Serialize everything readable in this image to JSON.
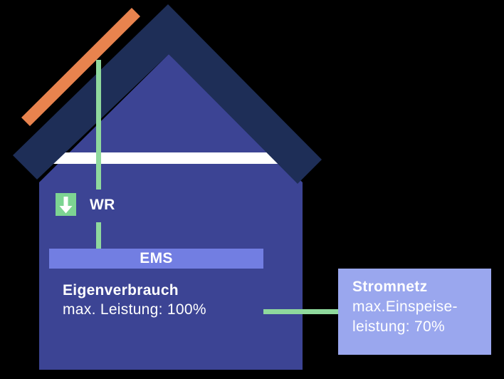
{
  "colors": {
    "background": "#000000",
    "roof": "#1e2e57",
    "house_body": "#3c4494",
    "roof_trim_stripe": "#ffffff",
    "solar_panel": "#e8834e",
    "energy_line": "#8fd99d",
    "inverter_icon_bg": "#7dd492",
    "inverter_icon_arrow": "#ffffff",
    "ems_bar": "#727ee2",
    "grid_box": "#9aa7ee",
    "text": "#ffffff"
  },
  "inverter": {
    "label": "WR",
    "icon": "down-arrow-icon"
  },
  "ems": {
    "label": "EMS"
  },
  "self_consumption": {
    "title": "Eigenverbrauch",
    "detail": "max. Leistung: 100%"
  },
  "grid": {
    "title": "Stromnetz",
    "detail_line1": "max.Einspeise-",
    "detail_line2": "leistung: 70%"
  }
}
